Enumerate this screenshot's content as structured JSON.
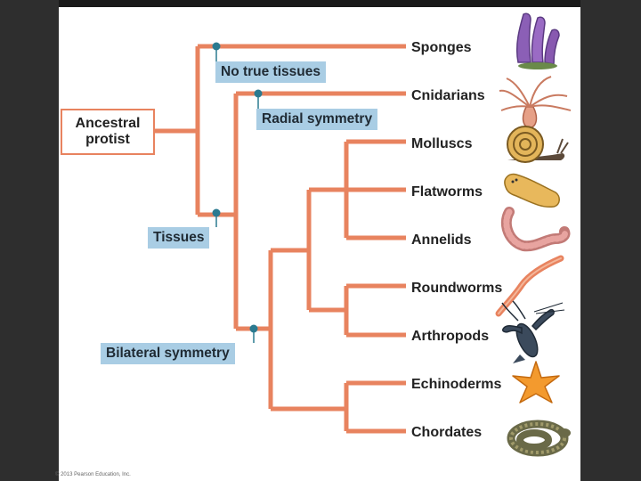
{
  "root": {
    "label_line1": "Ancestral",
    "label_line2": "protist"
  },
  "traits": {
    "no_true_tissues": "No true tissues",
    "radial_symmetry": "Radial symmetry",
    "tissues": "Tissues",
    "bilateral_symmetry": "Bilateral symmetry"
  },
  "phyla": [
    {
      "name": "Sponges",
      "icon": "sponge-icon"
    },
    {
      "name": "Cnidarians",
      "icon": "jellyfish-icon"
    },
    {
      "name": "Molluscs",
      "icon": "snail-icon"
    },
    {
      "name": "Flatworms",
      "icon": "flatworm-icon"
    },
    {
      "name": "Annelids",
      "icon": "earthworm-icon"
    },
    {
      "name": "Roundworms",
      "icon": "roundworm-icon"
    },
    {
      "name": "Arthropods",
      "icon": "lobster-icon"
    },
    {
      "name": "Echinoderms",
      "icon": "starfish-icon"
    },
    {
      "name": "Chordates",
      "icon": "snake-icon"
    }
  ],
  "copyright": "© 2013 Pearson Education, Inc.",
  "colors": {
    "branch": "#e8835f",
    "node": "#2b7a90",
    "tag": "#a9cde4"
  }
}
